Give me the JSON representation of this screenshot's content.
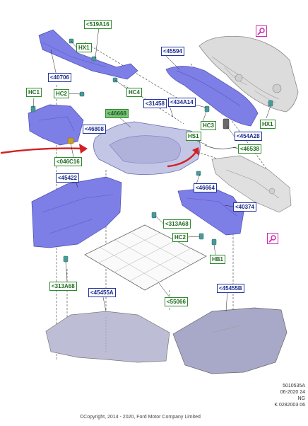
{
  "colors": {
    "part_fill": "#7d7ee6",
    "part_dark": "#5a5bc8",
    "blue_label": "#2236a0",
    "green_label": "#2d8a2d",
    "arrow_red": "#d32020",
    "highlight_pink": "#d02ab0",
    "mat_fill": "#b8b8d4",
    "trunk_lid": "#d8d8d8"
  },
  "labels": {
    "l519A16": "<519A16",
    "hx1_top": "HX1",
    "l40706": "<40706",
    "hc1": "HC1",
    "hc2_top": "HC2",
    "hc4": "HC4",
    "l45594": "<45594",
    "l31458": "<31458",
    "l434A14": "<434A14",
    "hc3": "HC3",
    "hs1": "HS1",
    "l454A28": "<454A28",
    "hx1_right": "HX1",
    "l46668": "<46668",
    "l46808": "<46808",
    "l46538": "<46538",
    "l046C16": "<046C16",
    "l45422": "<45422",
    "l46664": "<46664",
    "l40374": "<40374",
    "l313A68_mid": "<313A68",
    "hc2_mid": "HC2",
    "hb1": "HB1",
    "l313A68_left": "<313A68",
    "l45455A": "<45455A",
    "l55066": "<55066",
    "l45455B": "<45455B"
  },
  "icons": {
    "lid_marker": "magnifier-icon",
    "panel_marker": "magnifier-icon"
  },
  "meta": {
    "line1": "5010535A",
    "line2": "06-2020 24",
    "line3": "NG",
    "line4": "K 0282003 06"
  },
  "copyright": "©Copyright, 2014 - 2020, Ford Motor Company Limited"
}
